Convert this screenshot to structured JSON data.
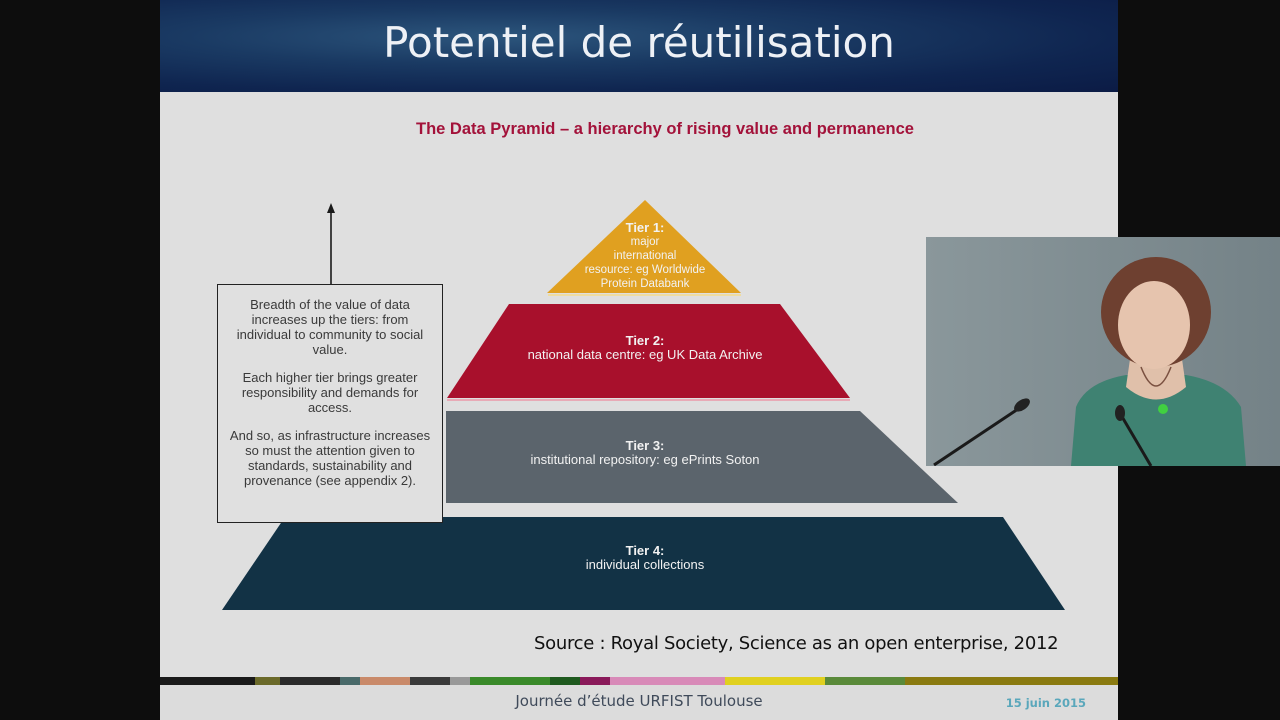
{
  "slide": {
    "title": "Potentiel de réutilisation",
    "subtitle": "The Data Pyramid – a hierarchy of rising value and permanence",
    "tiers": [
      {
        "heading": "Tier 1:",
        "lines": [
          "major",
          "international",
          "resource: eg Worldwide",
          "Protein Databank"
        ],
        "color": "#e0a020"
      },
      {
        "heading": "Tier 2:",
        "lines": [
          "national data centre: eg UK Data Archive"
        ],
        "color": "#a8102c"
      },
      {
        "heading": "Tier 3:",
        "lines": [
          "institutional repository: eg ePrints Soton"
        ],
        "color": "#5b646c"
      },
      {
        "heading": "Tier 4:",
        "lines": [
          "individual collections"
        ],
        "color": "#123245"
      }
    ],
    "info_box": {
      "paragraphs": [
        "Breadth of the value of data increases up the tiers: from individual to community to social value.",
        "Each higher tier brings greater responsibility and demands for access.",
        "And so, as infrastructure increases so must the attention given to standards, sustainability and provenance (see appendix 2)."
      ]
    },
    "arrow": {
      "direction": "up",
      "icon": "arrow-up-icon"
    },
    "source": "Source : Royal Society, Science as an open enterprise, 2012",
    "footer": {
      "event": "Journée d’étude URFIST Toulouse",
      "date": "15 juin 2015"
    },
    "colors": {
      "title_bg": "#0f2550",
      "subtitle": "#a3123a",
      "date": "#5aa7bb"
    }
  },
  "video_overlay": {
    "description": "Speaker at podium with microphones"
  }
}
